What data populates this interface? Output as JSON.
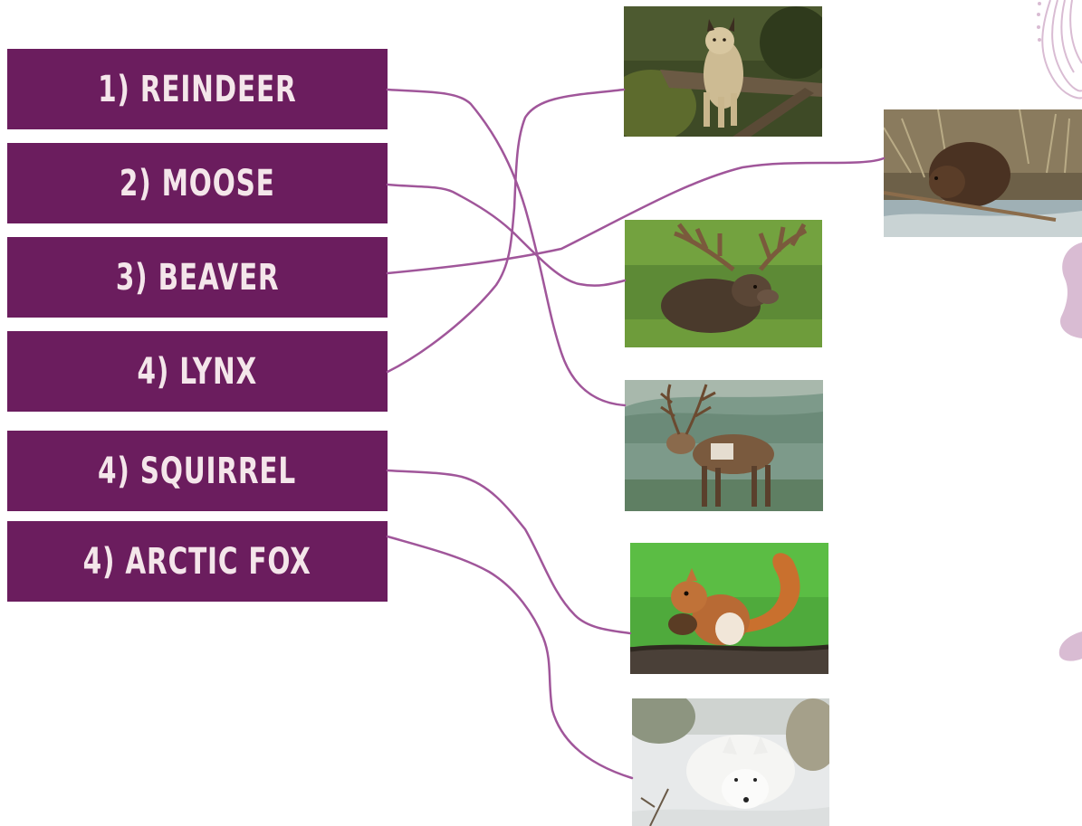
{
  "labels": [
    {
      "id": "reindeer",
      "text": "1) REINDEER"
    },
    {
      "id": "moose",
      "text": "2) MOOSE"
    },
    {
      "id": "beaver",
      "text": "3) BEAVER"
    },
    {
      "id": "lynx",
      "text": "4) LYNX"
    },
    {
      "id": "squirrel",
      "text": "4) SQUIRREL"
    },
    {
      "id": "arctic-fox",
      "text": "4) ARCTIC FOX"
    }
  ],
  "photos": [
    {
      "id": "lynx",
      "icon": "lynx-photo"
    },
    {
      "id": "beaver",
      "icon": "beaver-photo"
    },
    {
      "id": "moose",
      "icon": "moose-photo"
    },
    {
      "id": "reindeer",
      "icon": "reindeer-photo"
    },
    {
      "id": "squirrel",
      "icon": "squirrel-photo"
    },
    {
      "id": "arctic-fox",
      "icon": "arctic-fox-photo"
    }
  ],
  "matches": [
    {
      "label": "reindeer",
      "photo": "reindeer"
    },
    {
      "label": "moose",
      "photo": "moose"
    },
    {
      "label": "beaver",
      "photo": "beaver"
    },
    {
      "label": "lynx",
      "photo": "lynx"
    },
    {
      "label": "squirrel",
      "photo": "squirrel"
    },
    {
      "label": "arctic-fox",
      "photo": "arctic-fox"
    }
  ],
  "colors": {
    "label_background": "#6b1d5e",
    "label_text": "#f4e6ea",
    "connector_line": "#a0569a",
    "decoration": "#d9bcd3"
  }
}
